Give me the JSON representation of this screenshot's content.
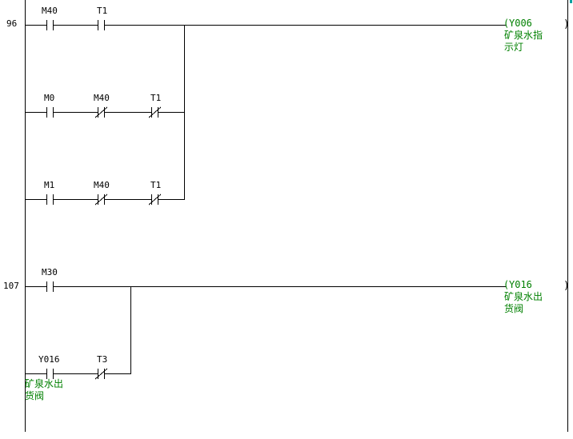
{
  "rungs": [
    {
      "step": "96",
      "coil": {
        "label": "Y006",
        "comment_line1": "矿泉水指",
        "comment_line2": "示灯"
      },
      "branches": [
        [
          {
            "label": "M40",
            "type": "NO"
          },
          {
            "label": "T1",
            "type": "NO"
          }
        ],
        [
          {
            "label": "M0",
            "type": "NO"
          },
          {
            "label": "M40",
            "type": "NC"
          },
          {
            "label": "T1",
            "type": "NC"
          }
        ],
        [
          {
            "label": "M1",
            "type": "NO"
          },
          {
            "label": "M40",
            "type": "NC"
          },
          {
            "label": "T1",
            "type": "NC"
          }
        ]
      ]
    },
    {
      "step": "107",
      "coil": {
        "label": "Y016",
        "comment_line1": "矿泉水出",
        "comment_line2": "货阀"
      },
      "branches": [
        [
          {
            "label": "M30",
            "type": "NO"
          }
        ],
        [
          {
            "label": "Y016",
            "type": "NO",
            "comment_line1": "矿泉水出",
            "comment_line2": "货阀"
          },
          {
            "label": "T3",
            "type": "NC"
          }
        ]
      ]
    }
  ],
  "colors": {
    "wire": "#000000",
    "comment": "#008000",
    "edge_marker": "#00a0a0"
  }
}
